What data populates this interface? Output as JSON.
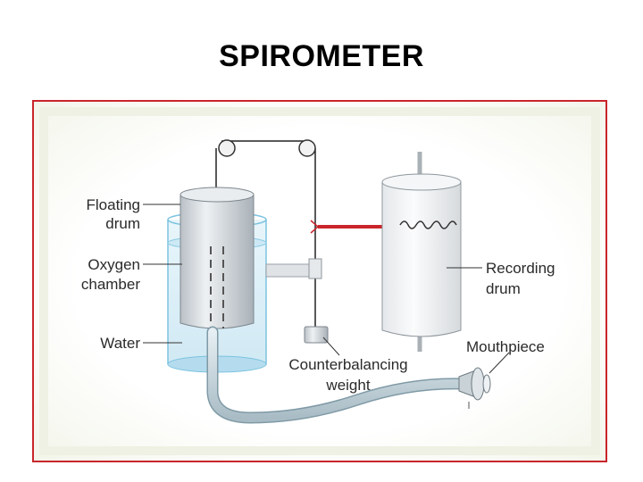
{
  "title": "SPIROMETER",
  "diagram": {
    "labels": {
      "floating_drum": [
        "Floating",
        "drum"
      ],
      "oxygen_chamber": [
        "Oxygen",
        "chamber"
      ],
      "water": "Water",
      "recording_drum": [
        "Recording",
        "drum"
      ],
      "mouthpiece": "Mouthpiece",
      "counterbalancing_weight": [
        "Counterbalancing",
        "weight"
      ]
    },
    "colors": {
      "frame": "#c9252b",
      "pointer_arrow": "#c9252b",
      "water": "#bfe3f2",
      "drum": "#d8dde1",
      "tube": "#c8dde6"
    }
  }
}
